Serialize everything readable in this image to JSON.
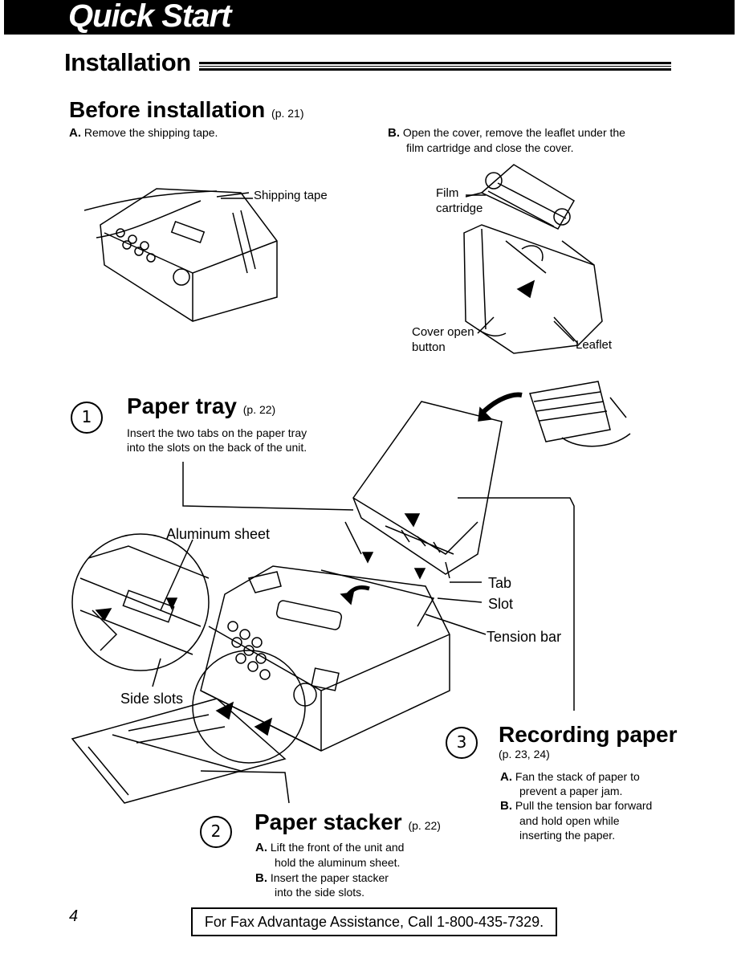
{
  "header": {
    "title": "Quick Start"
  },
  "section": {
    "title": "Installation"
  },
  "before": {
    "title": "Before installation",
    "ref": "(p. 21)",
    "a_letter": "A.",
    "a_text": "Remove the shipping tape.",
    "b_letter": "B.",
    "b_text_1": "Open the cover, remove the leaflet under the",
    "b_text_2": "film cartridge and close the cover.",
    "shipping_tape": "Shipping tape",
    "film_1": "Film",
    "film_2": "cartridge",
    "cover_1": "Cover open",
    "cover_2": "button",
    "leaflet": "Leaflet"
  },
  "step1": {
    "num": "1",
    "title": "Paper tray",
    "ref": "(p. 22)",
    "text_1": "Insert the two tabs on the paper tray",
    "text_2": "into the slots on the back of the unit."
  },
  "labels": {
    "aluminum": "Aluminum sheet",
    "tab": "Tab",
    "slot": "Slot",
    "tension": "Tension bar",
    "side_slots": "Side slots"
  },
  "step3": {
    "num": "3",
    "title": "Recording paper",
    "ref": "(p. 23, 24)",
    "a_letter": "A.",
    "a_text_1": "Fan the stack of paper to",
    "a_text_2": "prevent a paper jam.",
    "b_letter": "B.",
    "b_text_1": "Pull the tension bar forward",
    "b_text_2": "and hold open while",
    "b_text_3": "inserting the paper."
  },
  "step2": {
    "num": "2",
    "title": "Paper stacker",
    "ref": "(p. 22)",
    "a_letter": "A.",
    "a_text_1": "Lift the front of the unit and",
    "a_text_2": "hold the aluminum sheet.",
    "b_letter": "B.",
    "b_text_1": "Insert the paper stacker",
    "b_text_2": "into the side slots."
  },
  "footer": {
    "page": "4",
    "assistance": "For Fax Advantage Assistance, Call 1-800-435-7329."
  }
}
